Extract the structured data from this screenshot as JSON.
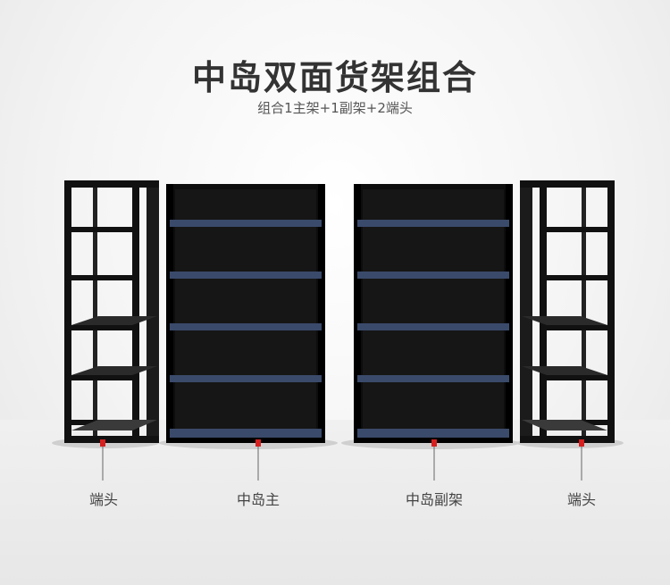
{
  "header": {
    "title": "中岛双面货架组合",
    "subtitle": "组合1主架+1副架+2端头"
  },
  "labels": {
    "left_end": "端头",
    "main": "中岛主",
    "sub": "中岛副架",
    "right_end": "端头"
  },
  "colors": {
    "frame": "#111111",
    "shelf": "#3a4a6b",
    "marker": "#d62020"
  }
}
